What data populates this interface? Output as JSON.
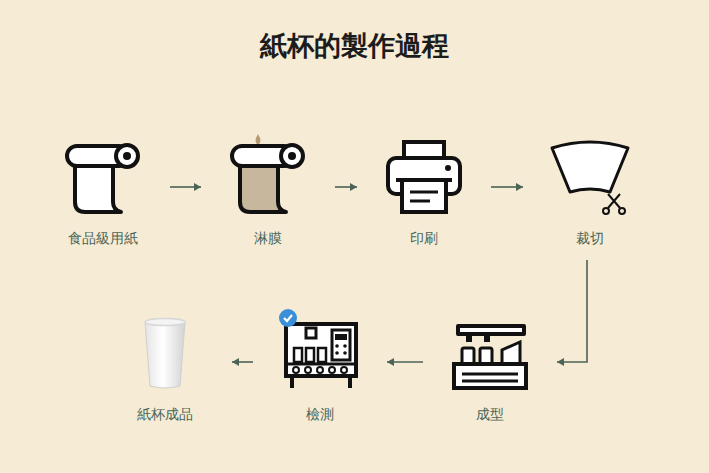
{
  "diagram": {
    "title": "紙杯的製作過程",
    "nodes": [
      {
        "text": [
          "食品級用紙"
        ]
      },
      {
        "text": [
          "淋膜"
        ]
      },
      {
        "text": [
          "印刷"
        ]
      },
      {
        "text": [
          "裁切"
        ]
      },
      {
        "text": [
          "成型"
        ]
      },
      {
        "text": [
          "檢測"
        ]
      },
      {
        "text": [
          "紙杯成品"
        ]
      }
    ],
    "edges": [
      {
        "from": 0,
        "to": 1,
        "arrow": "to"
      },
      {
        "from": 1,
        "to": 2,
        "arrow": "to"
      },
      {
        "from": 2,
        "to": 3,
        "arrow": "to"
      },
      {
        "from": 3,
        "to": 4,
        "arrow": "to"
      },
      {
        "from": 4,
        "to": 5,
        "arrow": "to"
      },
      {
        "from": 5,
        "to": 6,
        "arrow": "to"
      }
    ]
  }
}
